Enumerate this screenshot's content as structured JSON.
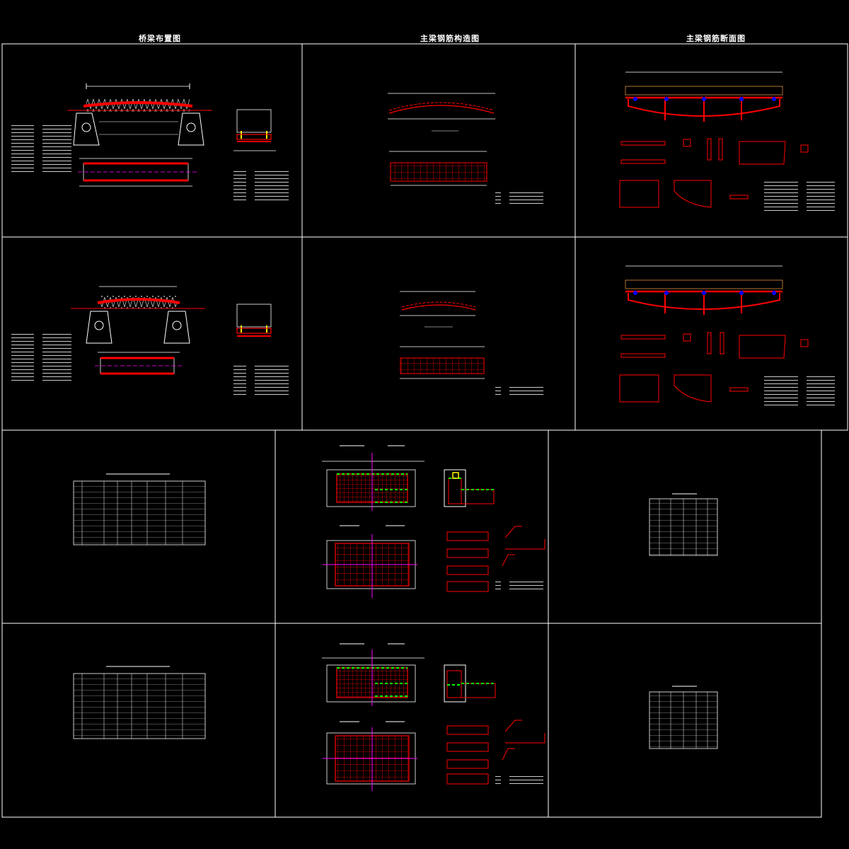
{
  "headings": {
    "bridge_layout": "桥梁布置图",
    "main_beam_rebar": "主梁钢筋构造图",
    "main_beam_section": "主梁钢筋断面图"
  },
  "colors": {
    "background": "#000000",
    "frame": "#ffffff",
    "beam_red": "#ff0000",
    "centerline_magenta": "#ff00ff",
    "hatch_green": "#00ff00",
    "highlight_yellow": "#ffff00",
    "anchor_blue": "#0000ff"
  }
}
